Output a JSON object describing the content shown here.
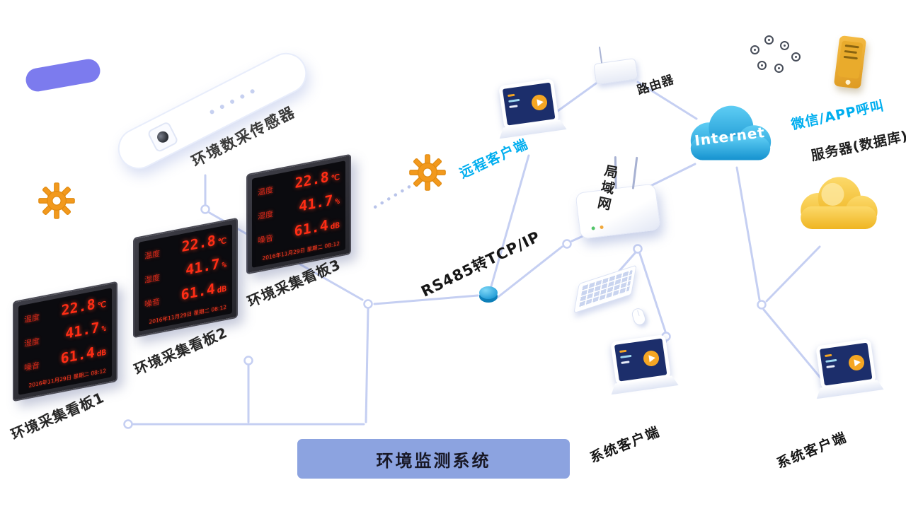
{
  "diagram_title": "环境监测系统",
  "sensor_bar": {
    "label": "环境数采传感器"
  },
  "boards": {
    "captions": [
      "环境采集看板1",
      "环境采集看板2",
      "环境采集看板3"
    ],
    "rows": [
      {
        "label": "温度",
        "value": "22.8",
        "unit": "℃"
      },
      {
        "label": "湿度",
        "value": "41.7",
        "unit": "%"
      },
      {
        "label": "噪音",
        "value": "61.4",
        "unit": "dB"
      }
    ],
    "date_line": "2016年11月29日 星期二 08:12"
  },
  "labels": {
    "rs485": "RS485转TCP/IP",
    "remote_client": "远程客户端",
    "router": "路由器",
    "lan": "局域网",
    "internet": "Internet",
    "wechat_app_call": "微信/APP呼叫",
    "server_database": "服务器(数据库)",
    "system_client_left": "系统客户端",
    "system_client_right": "系统客户端"
  },
  "colors": {
    "connector_line": "#c5cff2",
    "blue_node": "#1f9fdf",
    "led_red": "#ff2d15",
    "internet_cloud": "#2db4e8",
    "yellow_cloud": "#f7c83d",
    "gear_orange": "#f2991d",
    "title_bg": "#8ca3e0",
    "purple_pill": "#7c7bee",
    "cyan_label": "#00aeef"
  }
}
